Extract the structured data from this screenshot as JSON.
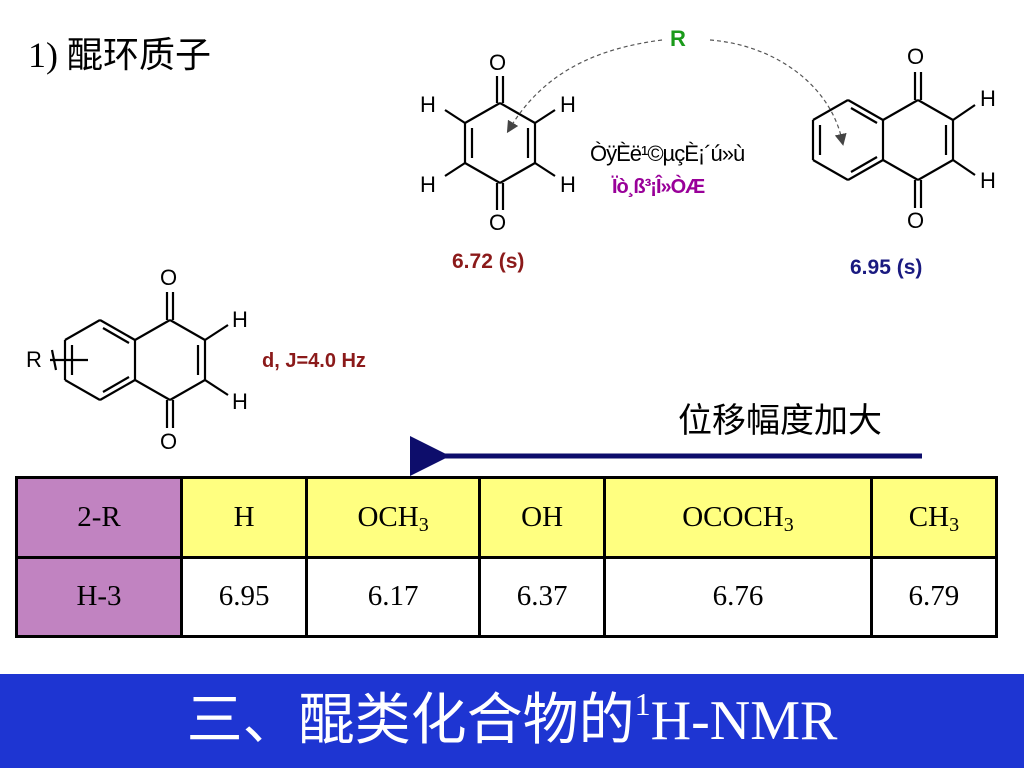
{
  "heading": "1) 醌环质子",
  "benzoquinone": {
    "atoms": {
      "o_top": "O",
      "o_bottom": "O",
      "h_tl": "H",
      "h_tr": "H",
      "h_bl": "H",
      "h_br": "H"
    },
    "shift": "6.72 (s)"
  },
  "naphthoquinone": {
    "atoms": {
      "o_top": "O",
      "o_bottom": "O",
      "h_top": "H",
      "h_bottom": "H"
    },
    "shift": "6.95 (s)"
  },
  "substituted": {
    "atoms": {
      "o_top": "O",
      "o_bottom": "O",
      "h_top": "H",
      "h_bottom": "H",
      "r": "R"
    },
    "coupling": "d, J=4.0 Hz"
  },
  "arrow_label": "R",
  "garbled_line1": "ÒÿÈë¹©µçÈ¡´ú»ù",
  "garbled_line2": "Ïò¸ß³¡Î»ÒÆ",
  "shift_trend": "位移幅度加大",
  "table": {
    "header_label": "2-R",
    "row_label": "H-3",
    "columns": [
      {
        "main": "H",
        "sub": ""
      },
      {
        "main": "OCH",
        "sub": "3"
      },
      {
        "main": "OH",
        "sub": ""
      },
      {
        "main": "OCOCH",
        "sub": "3"
      },
      {
        "main": "CH",
        "sub": "3"
      }
    ],
    "values": [
      "6.95",
      "6.17",
      "6.37",
      "6.76",
      "6.79"
    ]
  },
  "footer": {
    "prefix": "三、醌类化合物的",
    "sup": "1",
    "suffix": "H-NMR"
  },
  "colors": {
    "footer_bg": "#1e35d2",
    "header_row": "#ffff80",
    "label_cell": "#c183c1",
    "arrow": "#0d0d6b"
  }
}
